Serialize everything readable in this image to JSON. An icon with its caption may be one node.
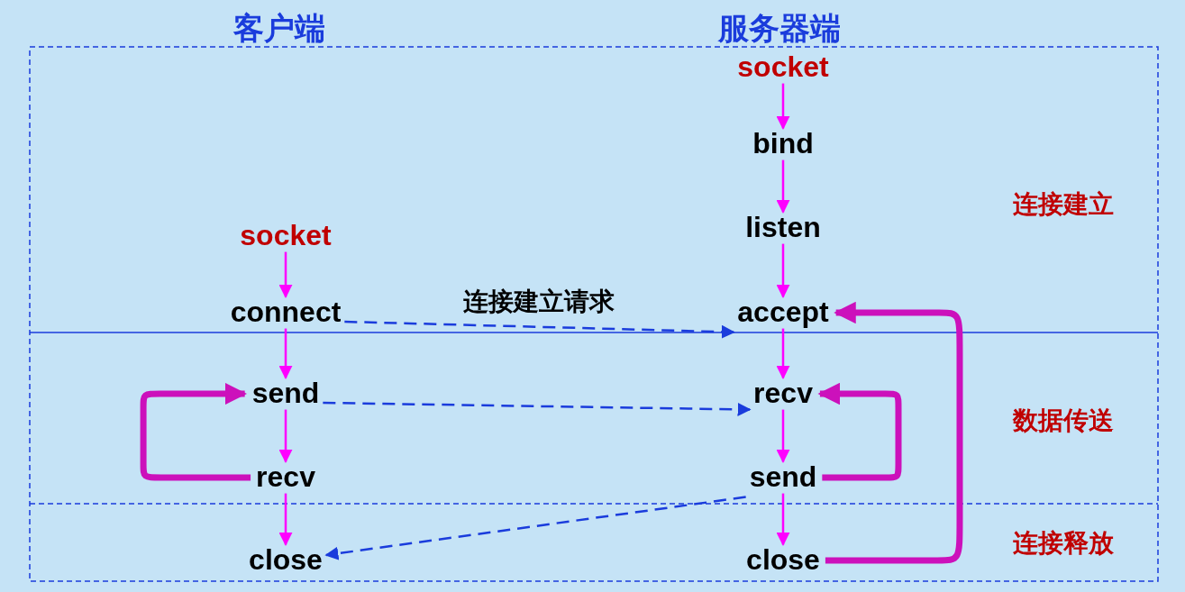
{
  "diagram": {
    "nodes": [
      {
        "text": [
          "socket"
        ]
      },
      {
        "text": [
          "bind"
        ]
      },
      {
        "text": [
          "listen"
        ]
      },
      {
        "text": [
          "socket"
        ]
      },
      {
        "text": [
          "connect"
        ]
      },
      {
        "text": [
          "accept"
        ]
      },
      {
        "text": [
          "send"
        ]
      },
      {
        "text": [
          "recv"
        ]
      },
      {
        "text": [
          "recv"
        ]
      },
      {
        "text": [
          "send"
        ]
      },
      {
        "text": [
          "close"
        ]
      },
      {
        "text": [
          "close"
        ]
      }
    ],
    "edges": [
      {
        "from": 0,
        "to": 1,
        "arrow": "to"
      },
      {
        "from": 1,
        "to": 2,
        "arrow": "to"
      },
      {
        "from": 2,
        "to": 5,
        "arrow": "to"
      },
      {
        "from": 3,
        "to": 4,
        "arrow": "to"
      },
      {
        "from": 4,
        "to": 5,
        "arrow": "to",
        "label": "连接建立请求",
        "style": "dashed",
        "color": "#1a3cdc"
      },
      {
        "from": 4,
        "to": 6,
        "arrow": "to"
      },
      {
        "from": 5,
        "to": 7,
        "arrow": "to"
      },
      {
        "from": 6,
        "to": 7,
        "arrow": "to",
        "style": "dashed",
        "color": "#1a3cdc"
      },
      {
        "from": 6,
        "to": 8,
        "arrow": "to"
      },
      {
        "from": 7,
        "to": 9,
        "arrow": "to"
      },
      {
        "from": 8,
        "to": 6,
        "arrow": "to",
        "style": "thick",
        "color": "#cc11bb"
      },
      {
        "from": 9,
        "to": 7,
        "arrow": "to",
        "style": "thick",
        "color": "#cc11bb"
      },
      {
        "from": 9,
        "to": 10,
        "arrow": "to",
        "style": "dashed",
        "color": "#1a3cdc"
      },
      {
        "from": 8,
        "to": 10,
        "arrow": "to"
      },
      {
        "from": 9,
        "to": 11,
        "arrow": "to"
      },
      {
        "from": 11,
        "to": 5,
        "arrow": "to",
        "style": "thick",
        "color": "#cc11bb"
      }
    ],
    "labels": [
      "客户端",
      "服务器端",
      "连接建立",
      "数据传送",
      "连接释放"
    ]
  }
}
